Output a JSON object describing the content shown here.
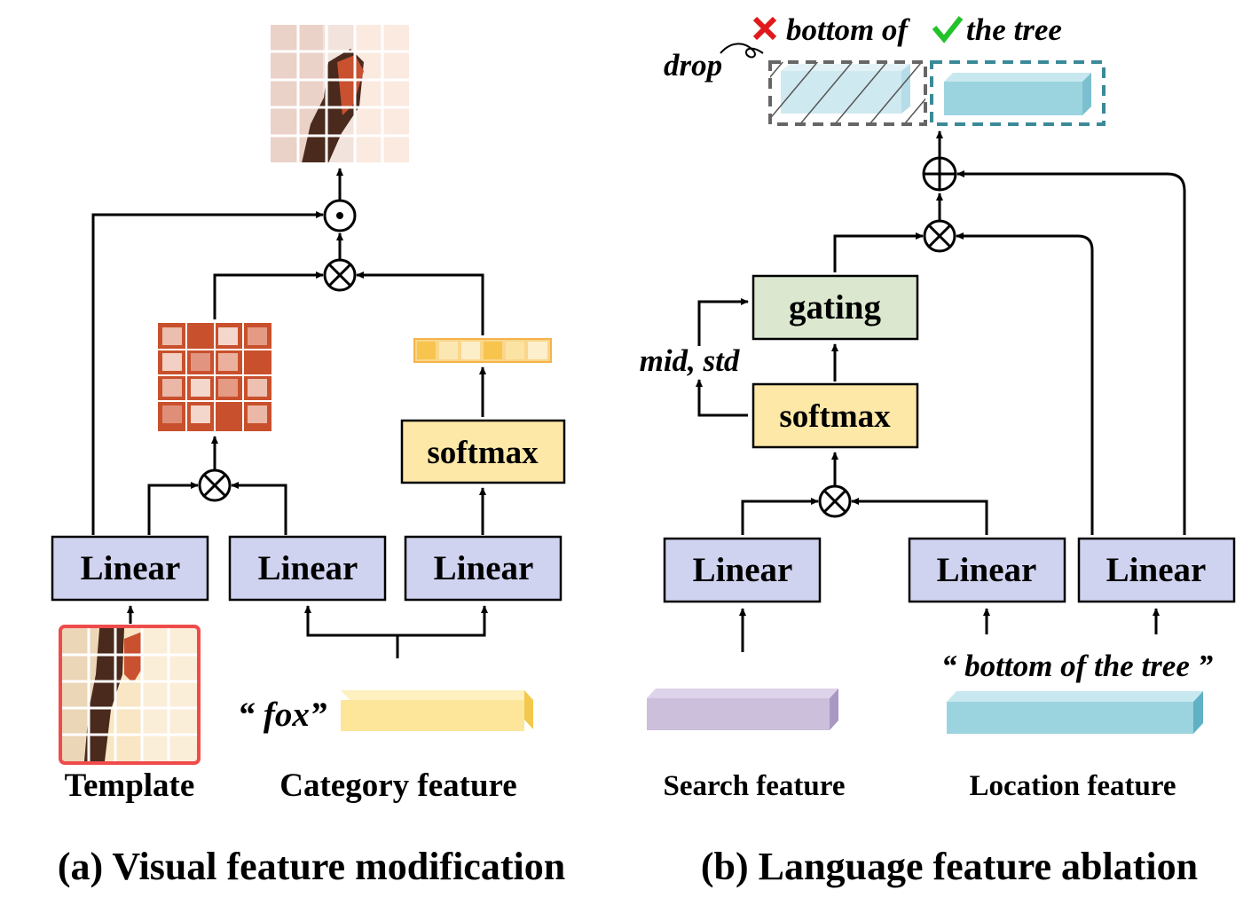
{
  "colors": {
    "linear_fill": "#d0d3ef",
    "softmax_fill": "#fde8a8",
    "gating_fill": "#dbe8cf",
    "category_bar": "#fde59a",
    "search_bar": "#cbbfdc",
    "location_bar": "#9bd3df",
    "drop_box_stroke": "#666666",
    "keep_box_stroke": "#3a8a98",
    "cross_mark": "#e0191c",
    "check_mark": "#22c22a",
    "template_border": "#ef4b4b",
    "heatmap_dark": "#c9502c",
    "softmax_cells": "#f7c44e"
  },
  "panel_a": {
    "caption": "(a) Visual feature modification",
    "linear_1": "Linear",
    "linear_2": "Linear",
    "linear_3": "Linear",
    "softmax": "softmax",
    "template_label": "Template",
    "category_quote": "“ fox”",
    "category_label": "Category feature",
    "op_top": "⊙",
    "op_mid": "⊗",
    "op_low": "⊗"
  },
  "panel_b": {
    "caption": "(b) Language feature ablation",
    "linear_1": "Linear",
    "linear_2": "Linear",
    "linear_3": "Linear",
    "softmax": "softmax",
    "gating": "gating",
    "mid_std": "mid, std",
    "drop": "drop",
    "drop_phrase": "bottom of",
    "keep_phrase": "the tree",
    "location_quote": "“ bottom  of  the  tree ”",
    "search_label": "Search feature",
    "location_label": "Location feature",
    "op_plus": "⊕",
    "op_mul_top": "⊗",
    "op_mul_low": "⊗"
  }
}
